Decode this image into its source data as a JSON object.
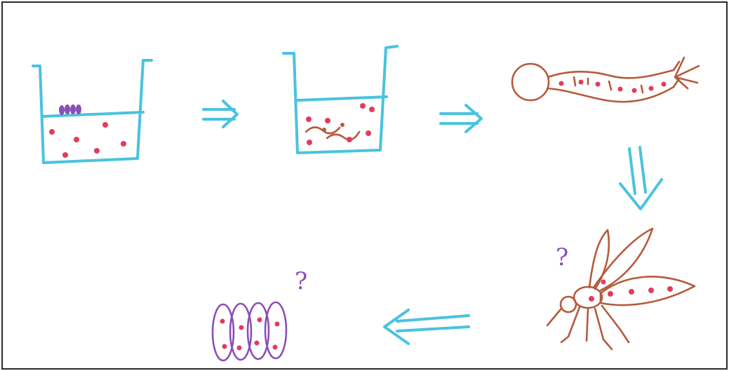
{
  "figure": {
    "question_mark_adult": "?",
    "question_mark_cells": "?",
    "colors": {
      "water_arrows": "#49c3df",
      "organism": "#b55a3c",
      "eggs_cells": "#8a4fb5",
      "dots": "#e53a5c"
    },
    "stages": [
      "eggs-on-water-beaker",
      "larvae-in-water-beaker",
      "larva",
      "adult-mosquito",
      "cell-cluster"
    ],
    "arrows": [
      "right",
      "right",
      "down",
      "left"
    ]
  }
}
